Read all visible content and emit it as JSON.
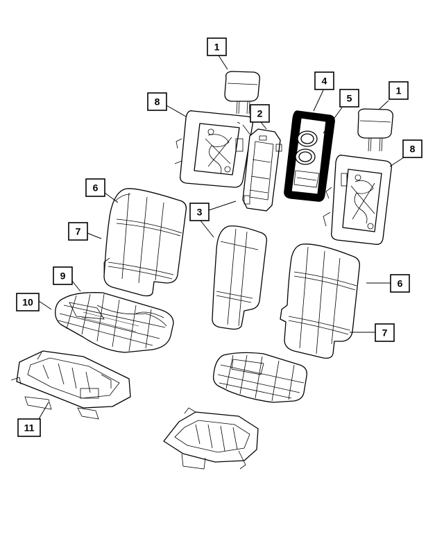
{
  "callouts": [
    {
      "id": "c1a",
      "label": "1"
    },
    {
      "id": "c1b",
      "label": "1"
    },
    {
      "id": "c2",
      "label": "2"
    },
    {
      "id": "c3",
      "label": "3"
    },
    {
      "id": "c4",
      "label": "4"
    },
    {
      "id": "c5",
      "label": "5"
    },
    {
      "id": "c6a",
      "label": "6"
    },
    {
      "id": "c6b",
      "label": "6"
    },
    {
      "id": "c7a",
      "label": "7"
    },
    {
      "id": "c7b",
      "label": "7"
    },
    {
      "id": "c8a",
      "label": "8"
    },
    {
      "id": "c8b",
      "label": "8"
    },
    {
      "id": "c9",
      "label": "9"
    },
    {
      "id": "c10",
      "label": "10"
    },
    {
      "id": "c11",
      "label": "11"
    }
  ]
}
